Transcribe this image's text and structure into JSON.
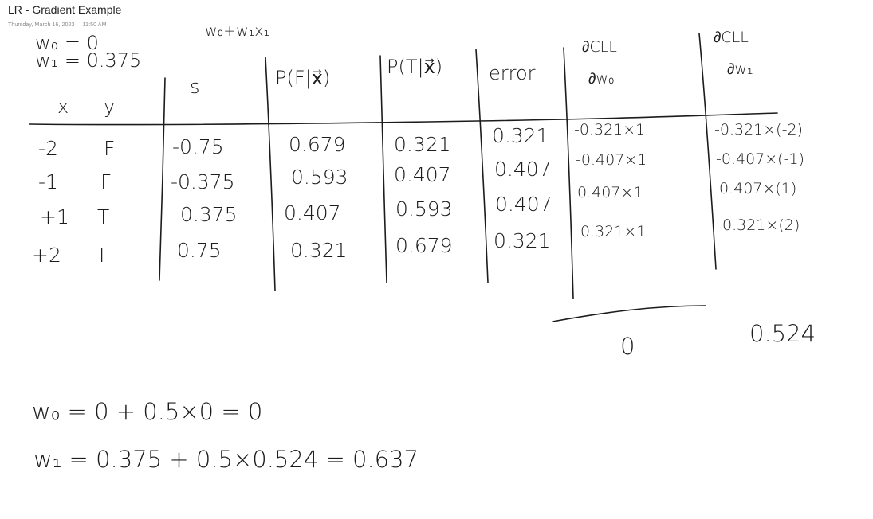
{
  "page": {
    "title": "LR - Gradient Example",
    "date": "Thursday, March 16, 2023",
    "time": "11:50 AM"
  },
  "params": {
    "w0": "w₀ = 0",
    "w1": "w₁ = 0.375",
    "formula": "w₀+w₁x₁"
  },
  "headers": {
    "x": "x",
    "y": "y",
    "s": "s",
    "pf": "P(F|x⃗)",
    "pt": "P(T|x⃗)",
    "error": "error",
    "d0_num": "∂CLL",
    "d0_den": "∂w₀",
    "d1_num": "∂CLL",
    "d1_den": "∂w₁"
  },
  "rows": [
    {
      "x": "-2",
      "y": "F",
      "s": "-0.75",
      "pf": "0.679",
      "pt": "0.321",
      "error": "0.321",
      "d0": "-0.321×1",
      "d1": "-0.321×(-2)"
    },
    {
      "x": "-1",
      "y": "F",
      "s": "-0.375",
      "pf": "0.593",
      "pt": "0.407",
      "error": "0.407",
      "d0": "-0.407×1",
      "d1": "-0.407×(-1)"
    },
    {
      "x": "+1",
      "y": "T",
      "s": "0.375",
      "pf": "0.407",
      "pt": "0.593",
      "error": "0.407",
      "d0": "0.407×1",
      "d1": "0.407×(1)"
    },
    {
      "x": "+2",
      "y": "T",
      "s": "0.75",
      "pf": "0.321",
      "pt": "0.679",
      "error": "0.321",
      "d0": "0.321×1",
      "d1": "0.321×(2)"
    }
  ],
  "sums": {
    "d0": "0",
    "d1": "0.524"
  },
  "updates": {
    "w0": "w₀ = 0 + 0.5×0 = 0",
    "w1": "w₁ = 0.375 + 0.5×0.524 = 0.637"
  }
}
